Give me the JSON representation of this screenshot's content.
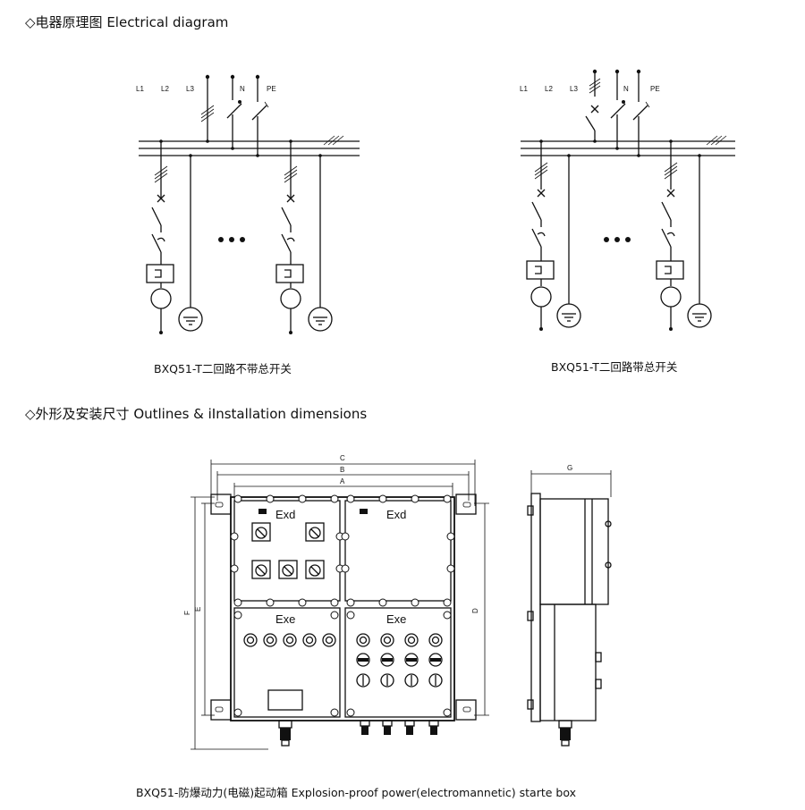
{
  "sections": {
    "electrical": {
      "marker": "◇",
      "title": "电器原理图 Electrical diagram"
    },
    "outlines": {
      "marker": "◇",
      "title": "外形及安装尺寸 Outlines & iInstallation dimensions"
    }
  },
  "diagrams": {
    "left": {
      "line_labels": [
        "L1",
        "L2",
        "L3",
        "N",
        "PE"
      ],
      "caption": "BXQ51-T二回路不带总开关"
    },
    "right": {
      "line_labels": [
        "L1",
        "L2",
        "L3",
        "N",
        "PE"
      ],
      "caption": "BXQ51-T二回路带总开关"
    }
  },
  "outline": {
    "dimension_labels": {
      "A": "A",
      "B": "B",
      "C": "C",
      "D": "D",
      "E": "E",
      "F": "F",
      "G": "G"
    },
    "compartments": {
      "exd_left": "Exd",
      "exd_right": "Exd",
      "exe_left": "Exe",
      "exe_right": "Exe"
    },
    "caption": "BXQ51-防爆动力(电磁)起动箱 Explosion-proof power(electromannetic) starte box"
  }
}
